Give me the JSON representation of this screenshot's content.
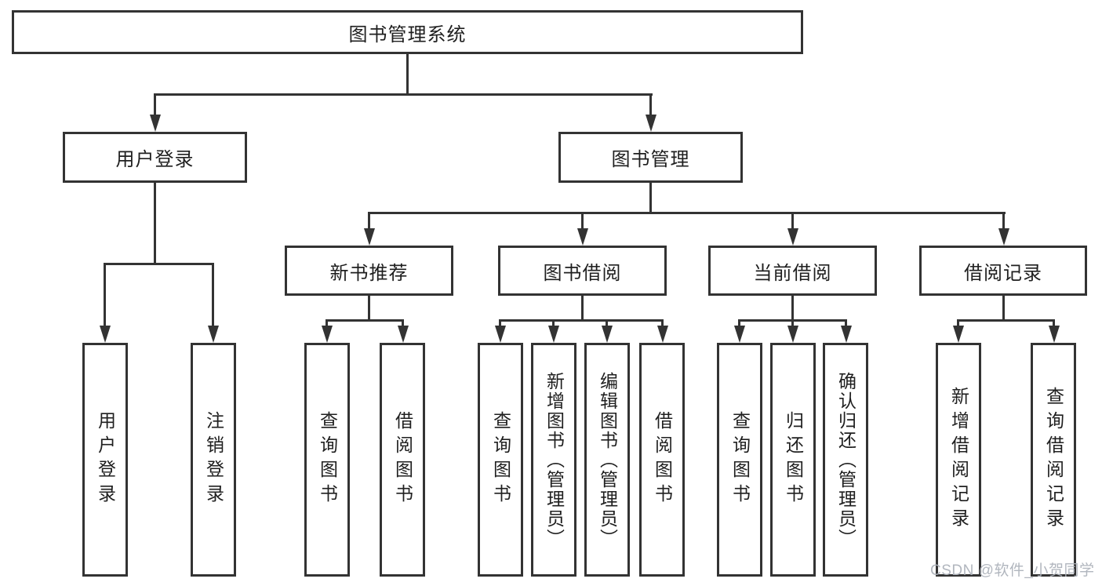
{
  "diagram": {
    "root": {
      "label": "图书管理系统"
    },
    "level2": {
      "user_login": {
        "label": "用户登录"
      },
      "book_management": {
        "label": "图书管理"
      }
    },
    "level3": {
      "new_book_recommend": {
        "label": "新书推荐"
      },
      "book_borrowing": {
        "label": "图书借阅"
      },
      "current_borrowing": {
        "label": "当前借阅"
      },
      "borrowing_records": {
        "label": "借阅记录"
      }
    },
    "leaves": {
      "user_login": {
        "label": "用户登录"
      },
      "logout": {
        "label": "注销登录"
      },
      "query_book_1": {
        "label": "查询图书"
      },
      "borrow_book_1": {
        "label": "借阅图书"
      },
      "query_book_2": {
        "label": "查询图书"
      },
      "add_book": {
        "label": "新增图书（管理员）"
      },
      "edit_book": {
        "label": "编辑图书（管理员）"
      },
      "borrow_book_2": {
        "label": "借阅图书"
      },
      "query_book_3": {
        "label": "查询图书"
      },
      "return_book": {
        "label": "归还图书"
      },
      "confirm_return": {
        "label": "确认归还（管理员）"
      },
      "add_borrow_record": {
        "label": "新增借阅记录"
      },
      "query_borrow_record": {
        "label": "查询借阅记录"
      }
    }
  },
  "watermark": {
    "text": "CSDN @软件_小贺同学",
    "color": "#adb2ba"
  },
  "colors": {
    "line": "#333333",
    "box_border": "#333333",
    "text": "#1f1f1f",
    "background": "#ffffff"
  }
}
